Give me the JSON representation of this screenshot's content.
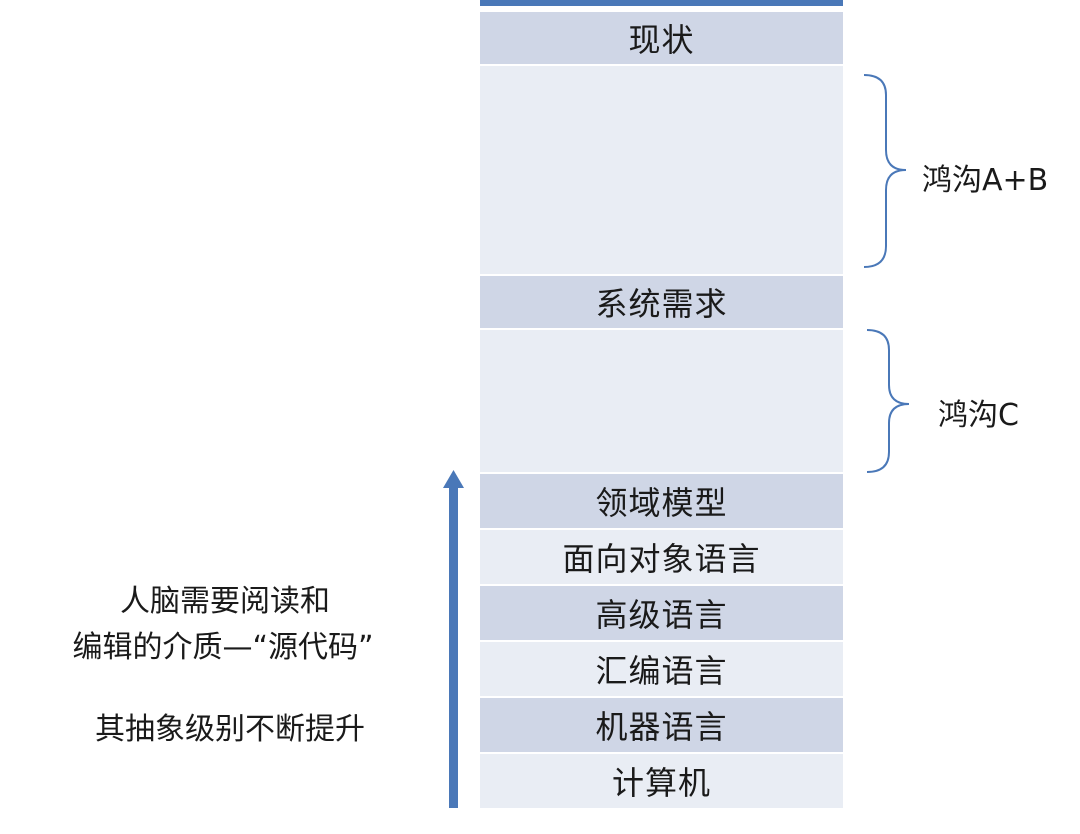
{
  "stack": {
    "top_layer": "现状",
    "system_requirements": "系统需求",
    "layers": [
      "领域模型",
      "面向对象语言",
      "高级语言",
      "汇编语言",
      "机器语言",
      "计算机"
    ]
  },
  "gaps": {
    "gap_ab": "鸿沟A+B",
    "gap_c": "鸿沟C"
  },
  "caption": {
    "line1": "人脑需要阅读和",
    "line2": "编辑的介质—“源代码”",
    "line3": "其抽象级别不断提升"
  },
  "colors": {
    "arrow": "#4a78b8",
    "brace": "#4a78b8",
    "dark_band": "#cfd6e6",
    "light_band": "#e9edf4"
  }
}
